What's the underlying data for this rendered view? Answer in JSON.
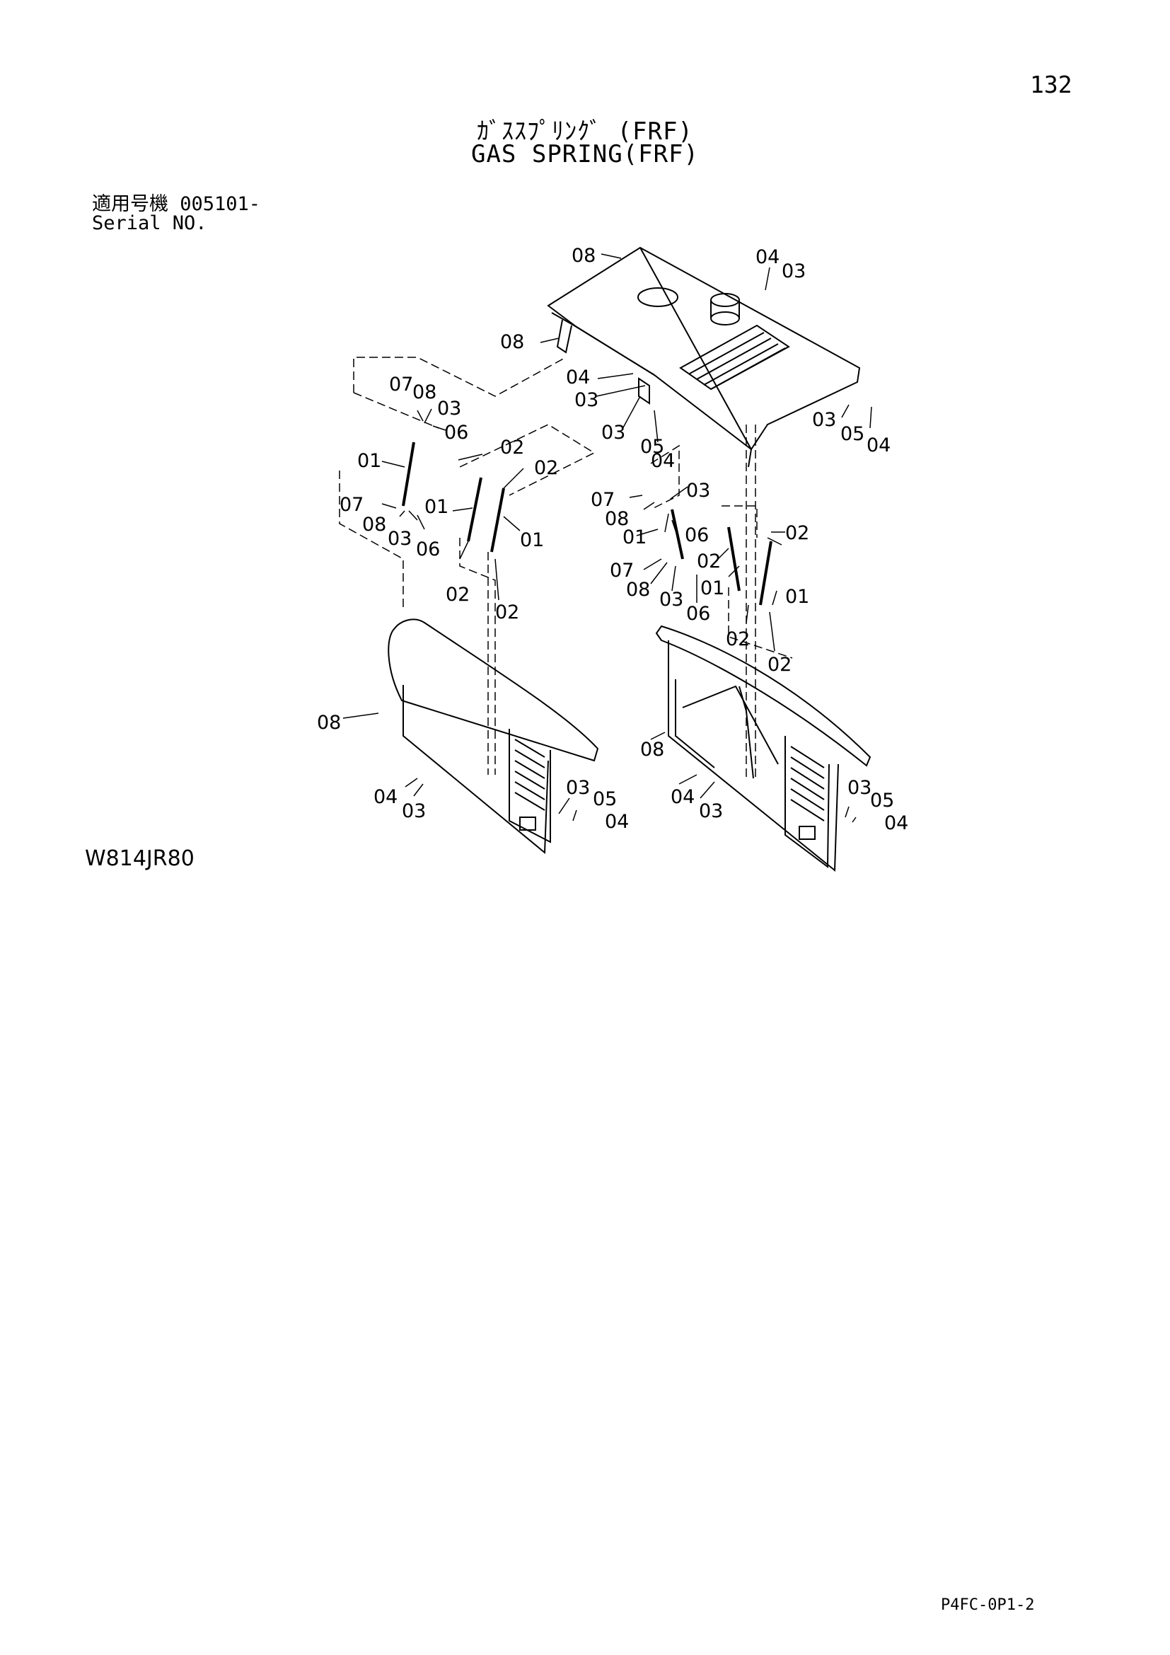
{
  "header": {
    "page_number": "132",
    "title_jp": "ｶﾞｽｽﾌﾟﾘﾝｸﾞ (FRF)",
    "title_en": "GAS SPRING(FRF)"
  },
  "serial": {
    "label_jp": "適用号機 005101-",
    "label_en": "Serial NO."
  },
  "drawing": {
    "code": "W814JR80"
  },
  "footer": {
    "code": "P4FC-0P1-2"
  },
  "callouts": {
    "c01": "08",
    "c02": "04",
    "c03": "03",
    "c04": "08",
    "c05": "04",
    "c06": "03",
    "c07": "03",
    "c08": "05",
    "c09": "04",
    "c10": "03",
    "c11": "05",
    "c12": "04",
    "c13": "07",
    "c14": "08",
    "c15": "03",
    "c16": "06",
    "c17": "01",
    "c18": "07",
    "c19": "08",
    "c20": "03",
    "c21": "06",
    "c22": "02",
    "c23": "02",
    "c24": "01",
    "c25": "01",
    "c26": "02",
    "c27": "02",
    "c28": "07",
    "c29": "08",
    "c30": "03",
    "c31": "01",
    "c32": "06",
    "c33": "07",
    "c34": "08",
    "c35": "03",
    "c36": "06",
    "c37": "02",
    "c38": "02",
    "c39": "01",
    "c40": "01",
    "c41": "02",
    "c42": "02",
    "c43": "08",
    "c44": "04",
    "c45": "03",
    "c46": "03",
    "c47": "05",
    "c48": "04",
    "c49": "08",
    "c50": "04",
    "c51": "03",
    "c52": "03",
    "c53": "05",
    "c54": "04"
  }
}
